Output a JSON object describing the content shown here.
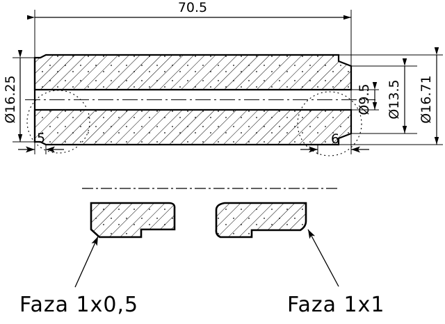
{
  "drawing": {
    "title": "Sectional technical drawing of a cylindrical bushing / sleeve",
    "units": "mm",
    "background_color": "#ffffff",
    "line_color": "#000000",
    "views": [
      {
        "name": "main-section-view",
        "type": "half-section",
        "description": "Longitudinal cross-section of a stepped tubular sleeve with hatched walls and a dash-dot axis centerline"
      },
      {
        "name": "detail-view-left",
        "type": "detail",
        "description": "Enlarged detail of the left end chamfer"
      },
      {
        "name": "detail-view-right",
        "type": "detail",
        "description": "Enlarged detail of the right end chamfer and step"
      }
    ],
    "dimensions": {
      "overall_length": "70.5",
      "left_end_length": "5",
      "right_end_length": "6",
      "outer_diameter_left": "Ø16.25",
      "bore_diameter": "Ø9.5",
      "inner_diameter": "Ø13.5",
      "outer_diameter_right": "Ø16.71"
    },
    "notes": {
      "left_chamfer": "Faza 1x0,5",
      "right_chamfer": "Faza 1x1"
    }
  }
}
